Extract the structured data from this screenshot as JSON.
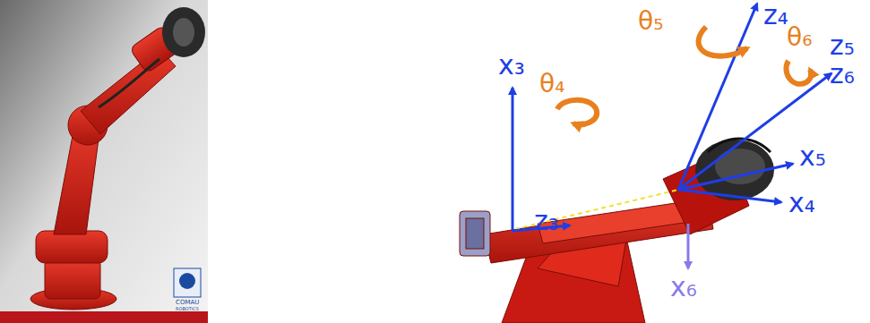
{
  "diagram": {
    "labels": [
      "x₃",
      "z₃",
      "θ₄",
      "θ₅",
      "z₄",
      "θ₆",
      "z₅",
      "z₆",
      "x₅",
      "x₄",
      "x₆",
      "COMAU",
      "ROBOTICS"
    ]
  }
}
